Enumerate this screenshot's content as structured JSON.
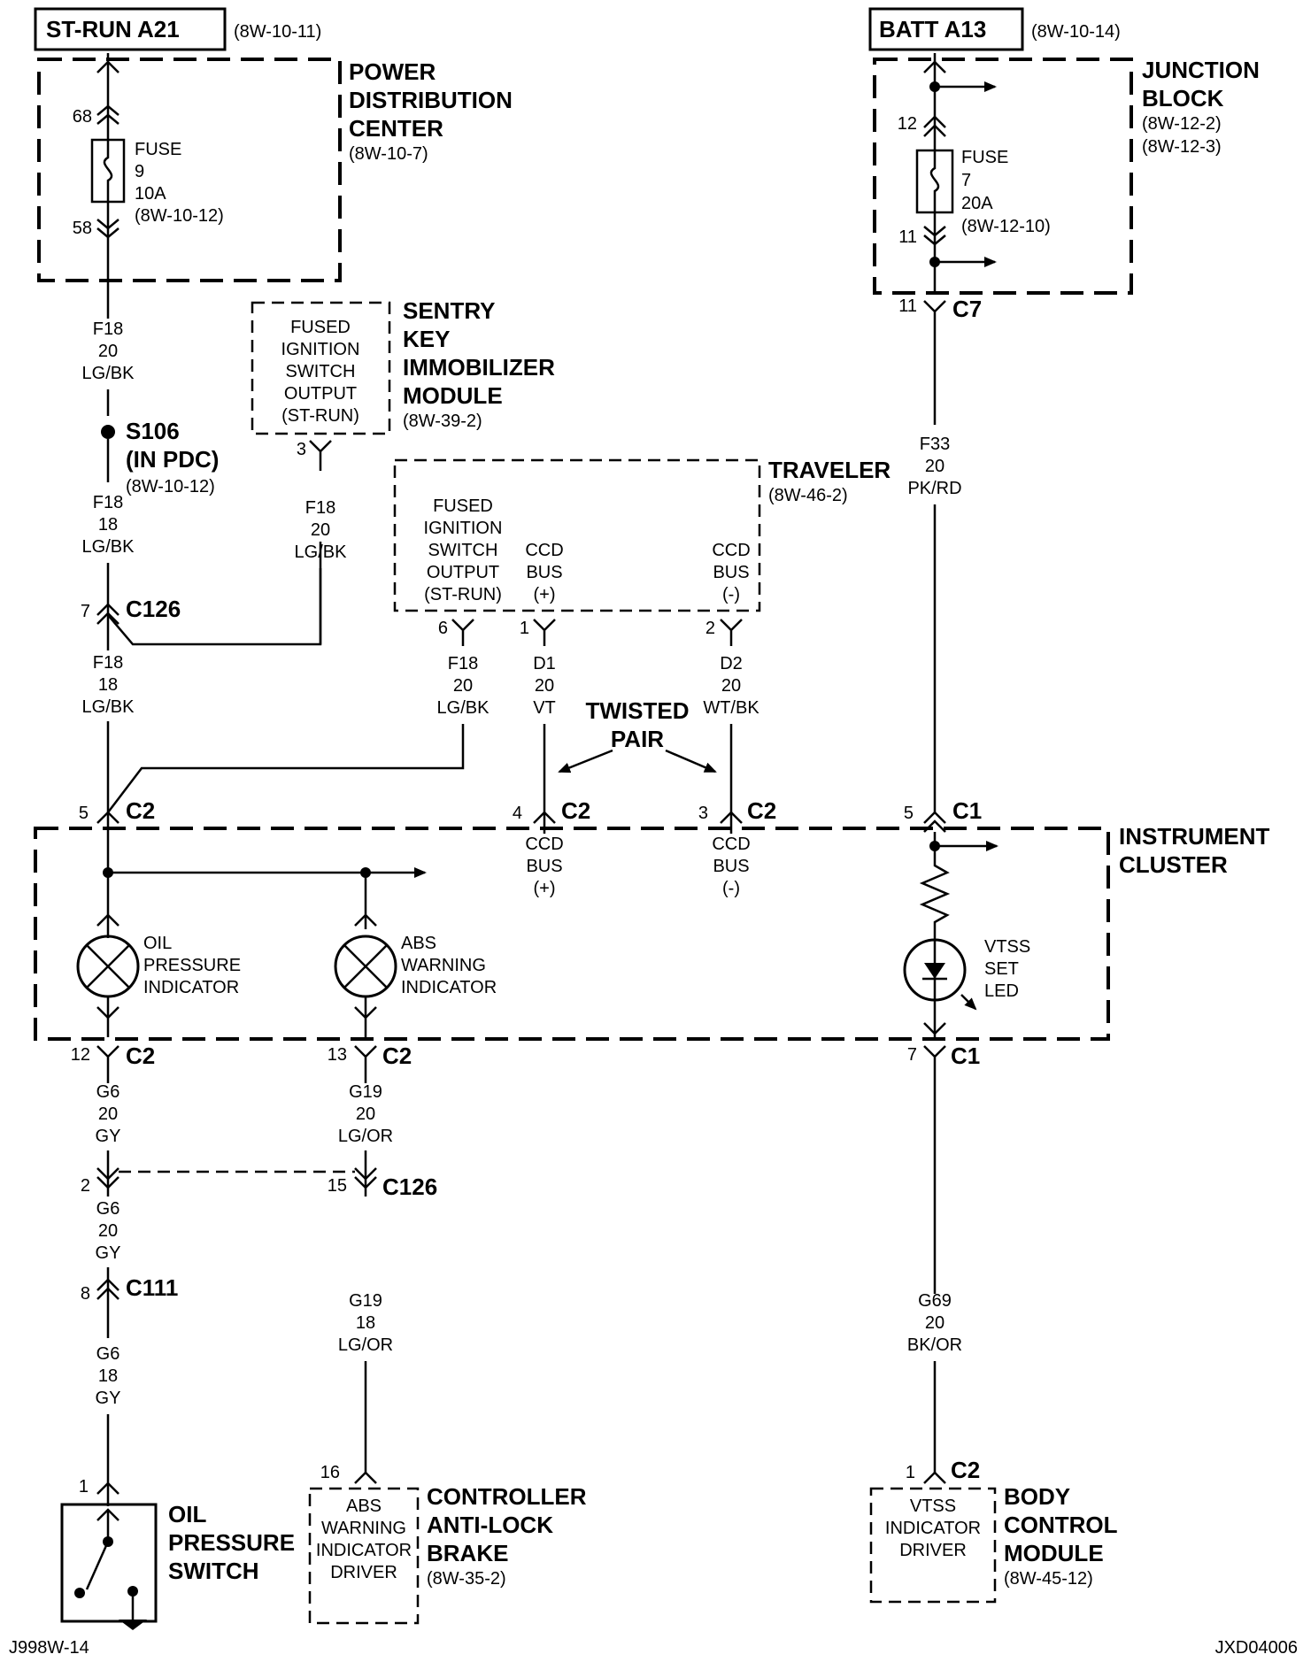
{
  "sources": {
    "st_run": {
      "title": "ST-RUN A21",
      "ref": "(8W-10-11)"
    },
    "batt": {
      "title": "BATT A13",
      "ref": "(8W-10-14)"
    }
  },
  "pdc": {
    "name": [
      "POWER",
      "DISTRIBUTION",
      "CENTER"
    ],
    "ref": "(8W-10-7)",
    "fuse": [
      "FUSE",
      "9",
      "10A",
      "(8W-10-12)"
    ],
    "pin_in": "68",
    "pin_out": "58"
  },
  "jb": {
    "name": [
      "JUNCTION",
      "BLOCK"
    ],
    "ref": [
      "(8W-12-2)",
      "(8W-12-3)"
    ],
    "fuse": [
      "FUSE",
      "7",
      "20A",
      "(8W-12-10)"
    ],
    "pin_in": "12",
    "pin_out": "11"
  },
  "skim": {
    "name": [
      "SENTRY",
      "KEY",
      "IMMOBILIZER",
      "MODULE"
    ],
    "ref": "(8W-39-2)",
    "inner": [
      "FUSED",
      "IGNITION",
      "SWITCH",
      "OUTPUT",
      "(ST-RUN)"
    ],
    "pin": "3"
  },
  "traveler": {
    "name": "TRAVELER",
    "ref": "(8W-46-2)",
    "inner1": [
      "FUSED",
      "IGNITION",
      "SWITCH",
      "OUTPUT",
      "(ST-RUN)"
    ],
    "inner2": [
      "CCD",
      "BUS",
      "(+)"
    ],
    "inner3": [
      "CCD",
      "BUS",
      "(-)"
    ],
    "pins": [
      "6",
      "1",
      "2"
    ]
  },
  "splice": {
    "name": [
      "S106",
      "(IN PDC)"
    ],
    "ref": "(8W-10-12)"
  },
  "c7": {
    "pin": "11",
    "name": "C7"
  },
  "c126_top": {
    "pin": "7",
    "name": "C126"
  },
  "twisted_pair": [
    "TWISTED",
    "PAIR"
  ],
  "wires": {
    "f18_a": [
      "F18",
      "20",
      "LG/BK"
    ],
    "f18_b": [
      "F18",
      "18",
      "LG/BK"
    ],
    "f18_c": [
      "F18",
      "20",
      "LG/BK"
    ],
    "f18_d": [
      "F18",
      "18",
      "LG/BK"
    ],
    "f18_e": [
      "F18",
      "20",
      "LG/BK"
    ],
    "d1": [
      "D1",
      "20",
      "VT"
    ],
    "d2": [
      "D2",
      "20",
      "WT/BK"
    ],
    "f33": [
      "F33",
      "20",
      "PK/RD"
    ],
    "g6_a": [
      "G6",
      "20",
      "GY"
    ],
    "g6_b": [
      "G6",
      "20",
      "GY"
    ],
    "g6_c": [
      "G6",
      "18",
      "GY"
    ],
    "g19_a": [
      "G19",
      "20",
      "LG/OR"
    ],
    "g19_b": [
      "G19",
      "18",
      "LG/OR"
    ],
    "g69": [
      "G69",
      "20",
      "BK/OR"
    ]
  },
  "cluster": {
    "name": [
      "INSTRUMENT",
      "CLUSTER"
    ],
    "top_pins": [
      {
        "pin": "5",
        "name": "C2"
      },
      {
        "pin": "4",
        "name": "C2"
      },
      {
        "pin": "3",
        "name": "C2"
      },
      {
        "pin": "5",
        "name": "C1"
      }
    ],
    "bus_plus": [
      "CCD",
      "BUS",
      "(+)"
    ],
    "bus_minus": [
      "CCD",
      "BUS",
      "(-)"
    ],
    "oil_lamp": [
      "OIL",
      "PRESSURE",
      "INDICATOR"
    ],
    "abs_lamp": [
      "ABS",
      "WARNING",
      "INDICATOR"
    ],
    "vtss_led": [
      "VTSS",
      "SET",
      "LED"
    ],
    "bottom_pins": [
      {
        "pin": "12",
        "name": "C2"
      },
      {
        "pin": "13",
        "name": "C2"
      },
      {
        "pin": "7",
        "name": "C1"
      }
    ]
  },
  "c126_bottom": {
    "pin_left": "2",
    "pin_right": "15",
    "name": "C126"
  },
  "c111": {
    "pin": "8",
    "name": "C111"
  },
  "oil_switch": {
    "name": [
      "OIL",
      "PRESSURE",
      "SWITCH"
    ],
    "pin": "1"
  },
  "abs_ctrl": {
    "name": [
      "CONTROLLER",
      "ANTI-LOCK",
      "BRAKE"
    ],
    "ref": "(8W-35-2)",
    "inner": [
      "ABS",
      "WARNING",
      "INDICATOR",
      "DRIVER"
    ],
    "pin": "16"
  },
  "bcm": {
    "name": [
      "BODY",
      "CONTROL",
      "MODULE"
    ],
    "ref": "(8W-45-12)",
    "inner": [
      "VTSS",
      "INDICATOR",
      "DRIVER"
    ],
    "pin": "1",
    "conn": "C2"
  },
  "footer": {
    "left": "J998W-14",
    "right": "JXD04006"
  }
}
